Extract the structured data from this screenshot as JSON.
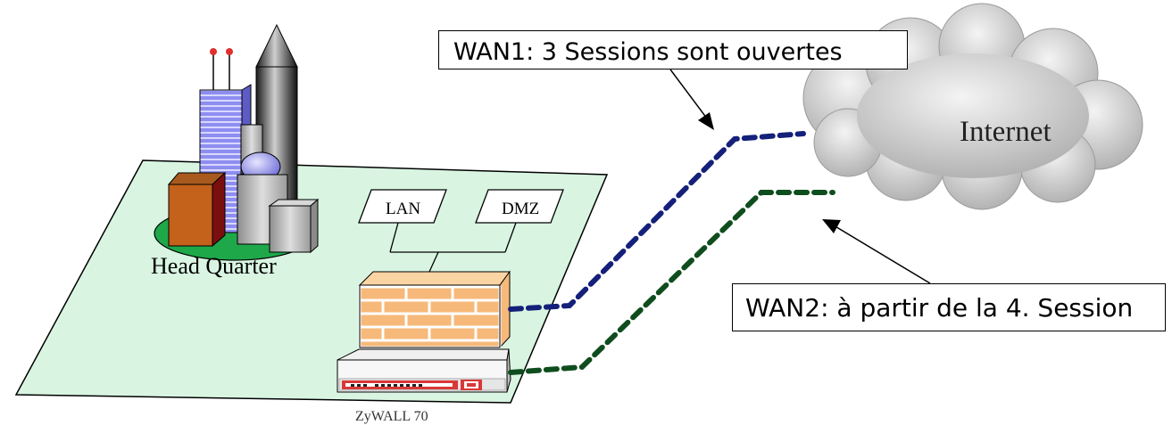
{
  "diagram": {
    "site_label": "Head Quarter",
    "zones": [
      "LAN",
      "DMZ"
    ],
    "device_label": "ZyWALL 70",
    "cloud_label": "Internet",
    "callouts": {
      "wan1": "WAN1: 3 Sessions sont ouvertes",
      "wan2": "WAN2: à partir de la 4. Session"
    },
    "colors": {
      "ground": "#d9f5e2",
      "wan1_line": "#14207a",
      "wan2_line": "#0f4d1e",
      "firewall_brick": "#f6b97a",
      "router_accent": "#d93838",
      "cloud": "#c9c9c9"
    }
  }
}
